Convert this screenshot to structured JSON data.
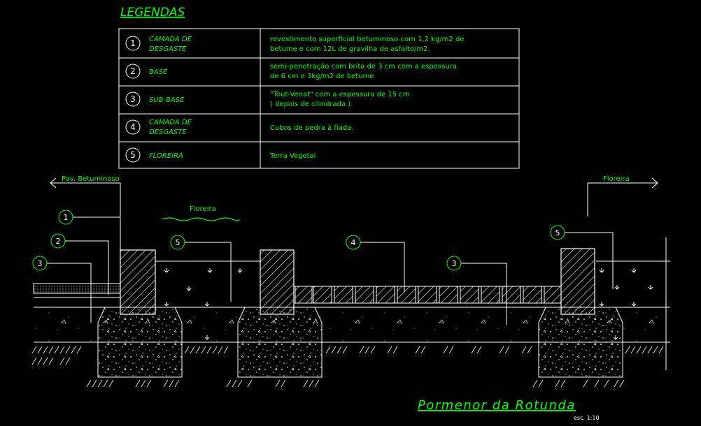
{
  "legend_title": "LEGENDAS",
  "legend": [
    {
      "num": "1",
      "name_lines": [
        "CAMADA DE",
        "DESGASTE"
      ],
      "desc_lines": [
        "revestimento superficial betuminoso com 1,2 kg/m2 de",
        "betume e com 12L de gravilha de asfalto/m2."
      ]
    },
    {
      "num": "2",
      "name_lines": [
        "BASE"
      ],
      "desc_lines": [
        "semi-penetração com brita de 3 cm com a espessura",
        "de 6 cm e 3kg/m2 de betume"
      ]
    },
    {
      "num": "3",
      "name_lines": [
        "SUB-BASE"
      ],
      "desc_lines": [
        "\"Tout-Venat\" com a espessura de 15 cm",
        "( depois de cilindrada )."
      ]
    },
    {
      "num": "4",
      "name_lines": [
        "CAMADA DE",
        "DESGASTE"
      ],
      "desc_lines": [
        "Cubos de pedra à fiada."
      ]
    },
    {
      "num": "5",
      "name_lines": [
        "FLOREIRA"
      ],
      "desc_lines": [
        "Terra Vegetal"
      ]
    }
  ],
  "labels": {
    "pav_betuminoso": "Pav. Betuminoso",
    "floreira_right": "Floreira",
    "floreira_center": "Floreira"
  },
  "callouts": [
    "1",
    "2",
    "3",
    "5",
    "4",
    "3",
    "5"
  ],
  "title": "Pormenor da Rotunda",
  "scale": "esc. 1:10",
  "colors": {
    "green": "#00ff00",
    "white": "#ffffff",
    "background": "#000000"
  }
}
